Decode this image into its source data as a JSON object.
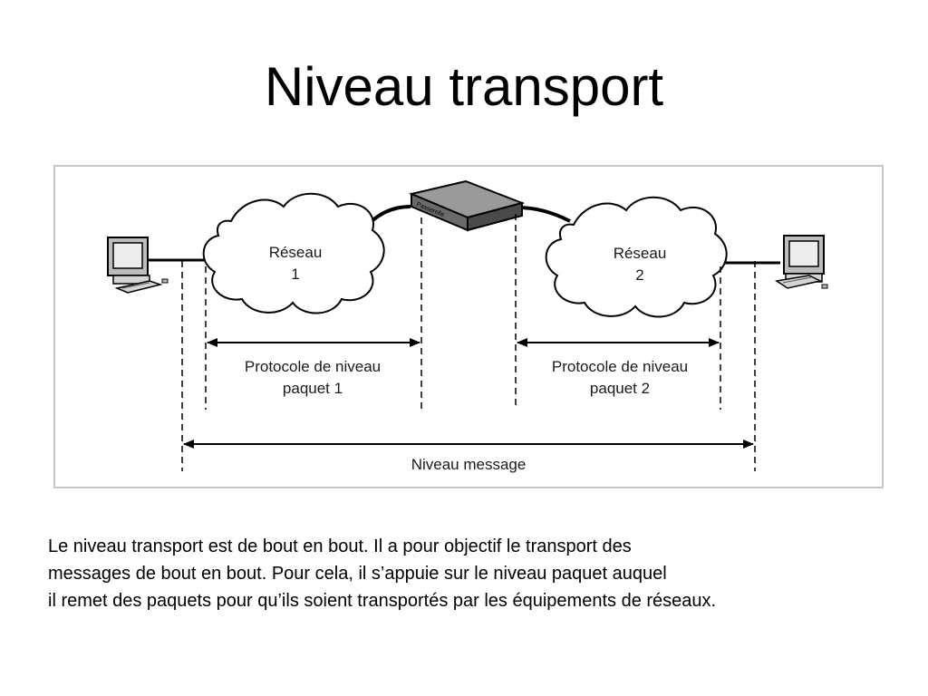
{
  "slide": {
    "title": "Niveau transport"
  },
  "diagram": {
    "network1": {
      "line1": "Réseau",
      "line2": "1"
    },
    "network2": {
      "line1": "Réseau",
      "line2": "2"
    },
    "router_label": "Passerelle",
    "packet_protocol_1": {
      "line1": "Protocole de niveau",
      "line2": "paquet 1"
    },
    "packet_protocol_2": {
      "line1": "Protocole de niveau",
      "line2": "paquet 2"
    },
    "message_level": "Niveau message"
  },
  "caption": {
    "line1": "Le niveau transport est de bout en bout. Il a pour objectif le transport des",
    "line2": "messages de bout en bout. Pour cela, il s’appuie sur le niveau paquet auquel",
    "line3": "il remet des paquets pour qu’ils soient transportés par les équipements de réseaux."
  }
}
